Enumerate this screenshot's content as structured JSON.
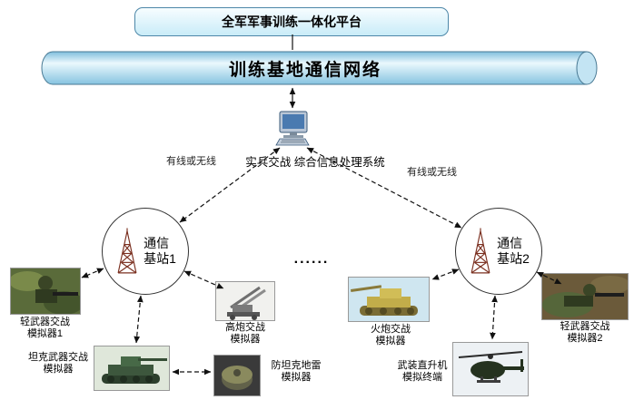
{
  "diagram": {
    "platform": {
      "label": "全军军事训练一体化平台"
    },
    "network": {
      "label": "训练基地通信网络"
    },
    "processor": {
      "line1": "实兵交战",
      "line2": "综合信息处理系统"
    },
    "links": {
      "left_label": "有线或无线",
      "right_label": "有线或无线"
    },
    "station1": {
      "line1": "通信",
      "line2": "基站1"
    },
    "station2": {
      "line1": "通信",
      "line2": "基站2"
    },
    "ellipsis": "......",
    "simulators": {
      "light_weapon_1": {
        "line1": "轻武器交战",
        "line2": "模拟器1"
      },
      "aa_gun": {
        "line1": "高炮交战",
        "line2": "模拟器"
      },
      "tank_weapon": {
        "line1": "坦克武器交战",
        "line2": "模拟器"
      },
      "at_mine": {
        "line1": "防坦克地雷",
        "line2": "模拟器"
      },
      "artillery": {
        "line1": "火炮交战",
        "line2": "模拟器"
      },
      "helicopter": {
        "line1": "武装直升机",
        "line2": "模拟终端"
      },
      "light_weapon_2": {
        "line1": "轻武器交战",
        "line2": "模拟器2"
      }
    },
    "icons": {
      "processor": "computer-icon",
      "station": "antenna-tower-icon"
    },
    "colors": {
      "platform_fill": "#c9ecf8",
      "cylinder_fill": "#86c3e0",
      "tower": "#7b3020",
      "line": "#111111"
    }
  }
}
